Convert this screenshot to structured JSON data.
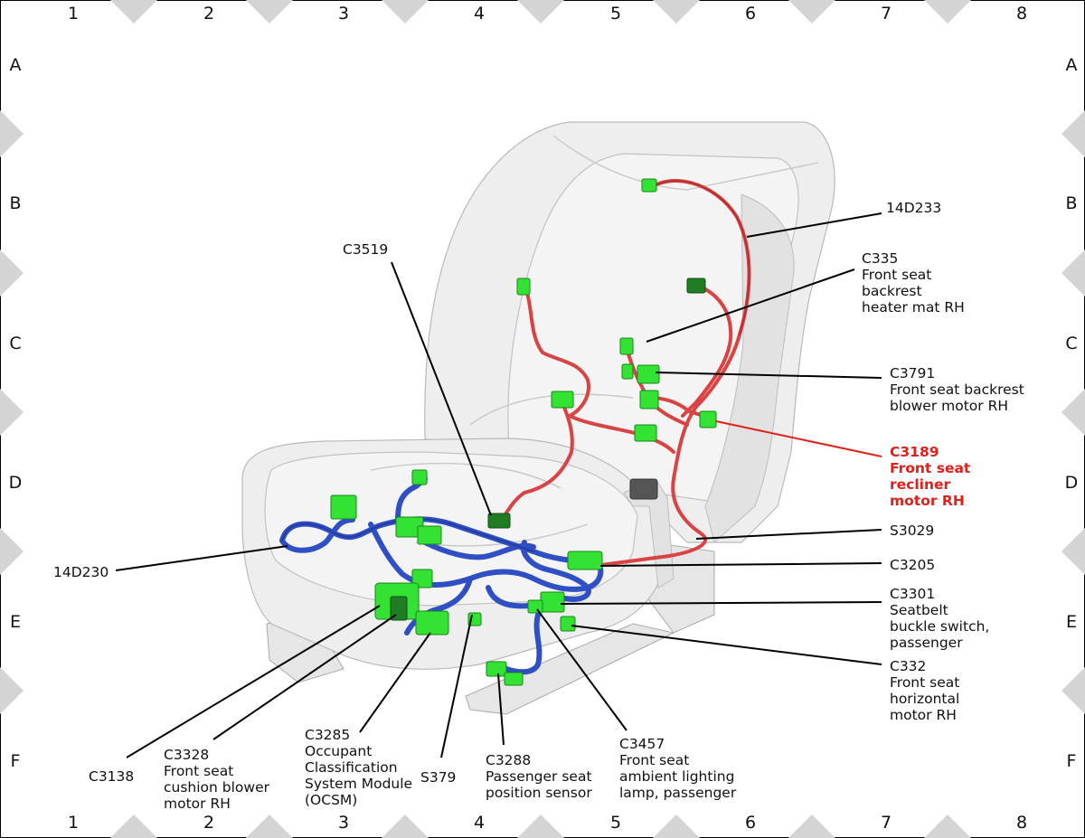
{
  "grid": {
    "columns": [
      "1",
      "2",
      "3",
      "4",
      "5",
      "6",
      "7",
      "8"
    ],
    "rows": [
      "A",
      "B",
      "C",
      "D",
      "E",
      "F"
    ]
  },
  "callouts": {
    "c14d233": {
      "lines": [
        "14D233"
      ]
    },
    "c3519": {
      "lines": [
        "C3519"
      ]
    },
    "c335": {
      "lines": [
        "C335",
        "Front seat",
        "backrest",
        "heater mat RH"
      ]
    },
    "c3791": {
      "lines": [
        "C3791",
        "Front seat backrest",
        "blower motor RH"
      ]
    },
    "c3189": {
      "lines": [
        "C3189",
        "Front seat",
        "recliner",
        "motor RH"
      ],
      "highlight": true
    },
    "s3029": {
      "lines": [
        "S3029"
      ]
    },
    "c3205": {
      "lines": [
        "C3205"
      ]
    },
    "c3301": {
      "lines": [
        "C3301",
        "Seatbelt",
        "buckle switch,",
        "passenger"
      ]
    },
    "c332": {
      "lines": [
        "C332",
        "Front seat",
        "horizontal",
        "motor RH"
      ]
    },
    "c14d230": {
      "lines": [
        "14D230"
      ]
    },
    "c3138": {
      "lines": [
        "C3138"
      ]
    },
    "c3328": {
      "lines": [
        "C3328",
        "Front seat",
        "cushion blower",
        "motor RH"
      ]
    },
    "c3285": {
      "lines": [
        "C3285",
        "Occupant",
        "Classification",
        "System Module",
        "(OCSM)"
      ]
    },
    "s379": {
      "lines": [
        "S379"
      ]
    },
    "c3288": {
      "lines": [
        "C3288",
        "Passenger seat",
        "position sensor"
      ]
    },
    "c3457": {
      "lines": [
        "C3457",
        "Front seat",
        "ambient lighting",
        "lamp, passenger"
      ]
    }
  },
  "colors": {
    "highlight": "#e0201b",
    "harness_blue": "#2f4fc4",
    "harness_red": "#d94343",
    "connector": "#33e233",
    "border_marker": "#d4d4d4"
  }
}
